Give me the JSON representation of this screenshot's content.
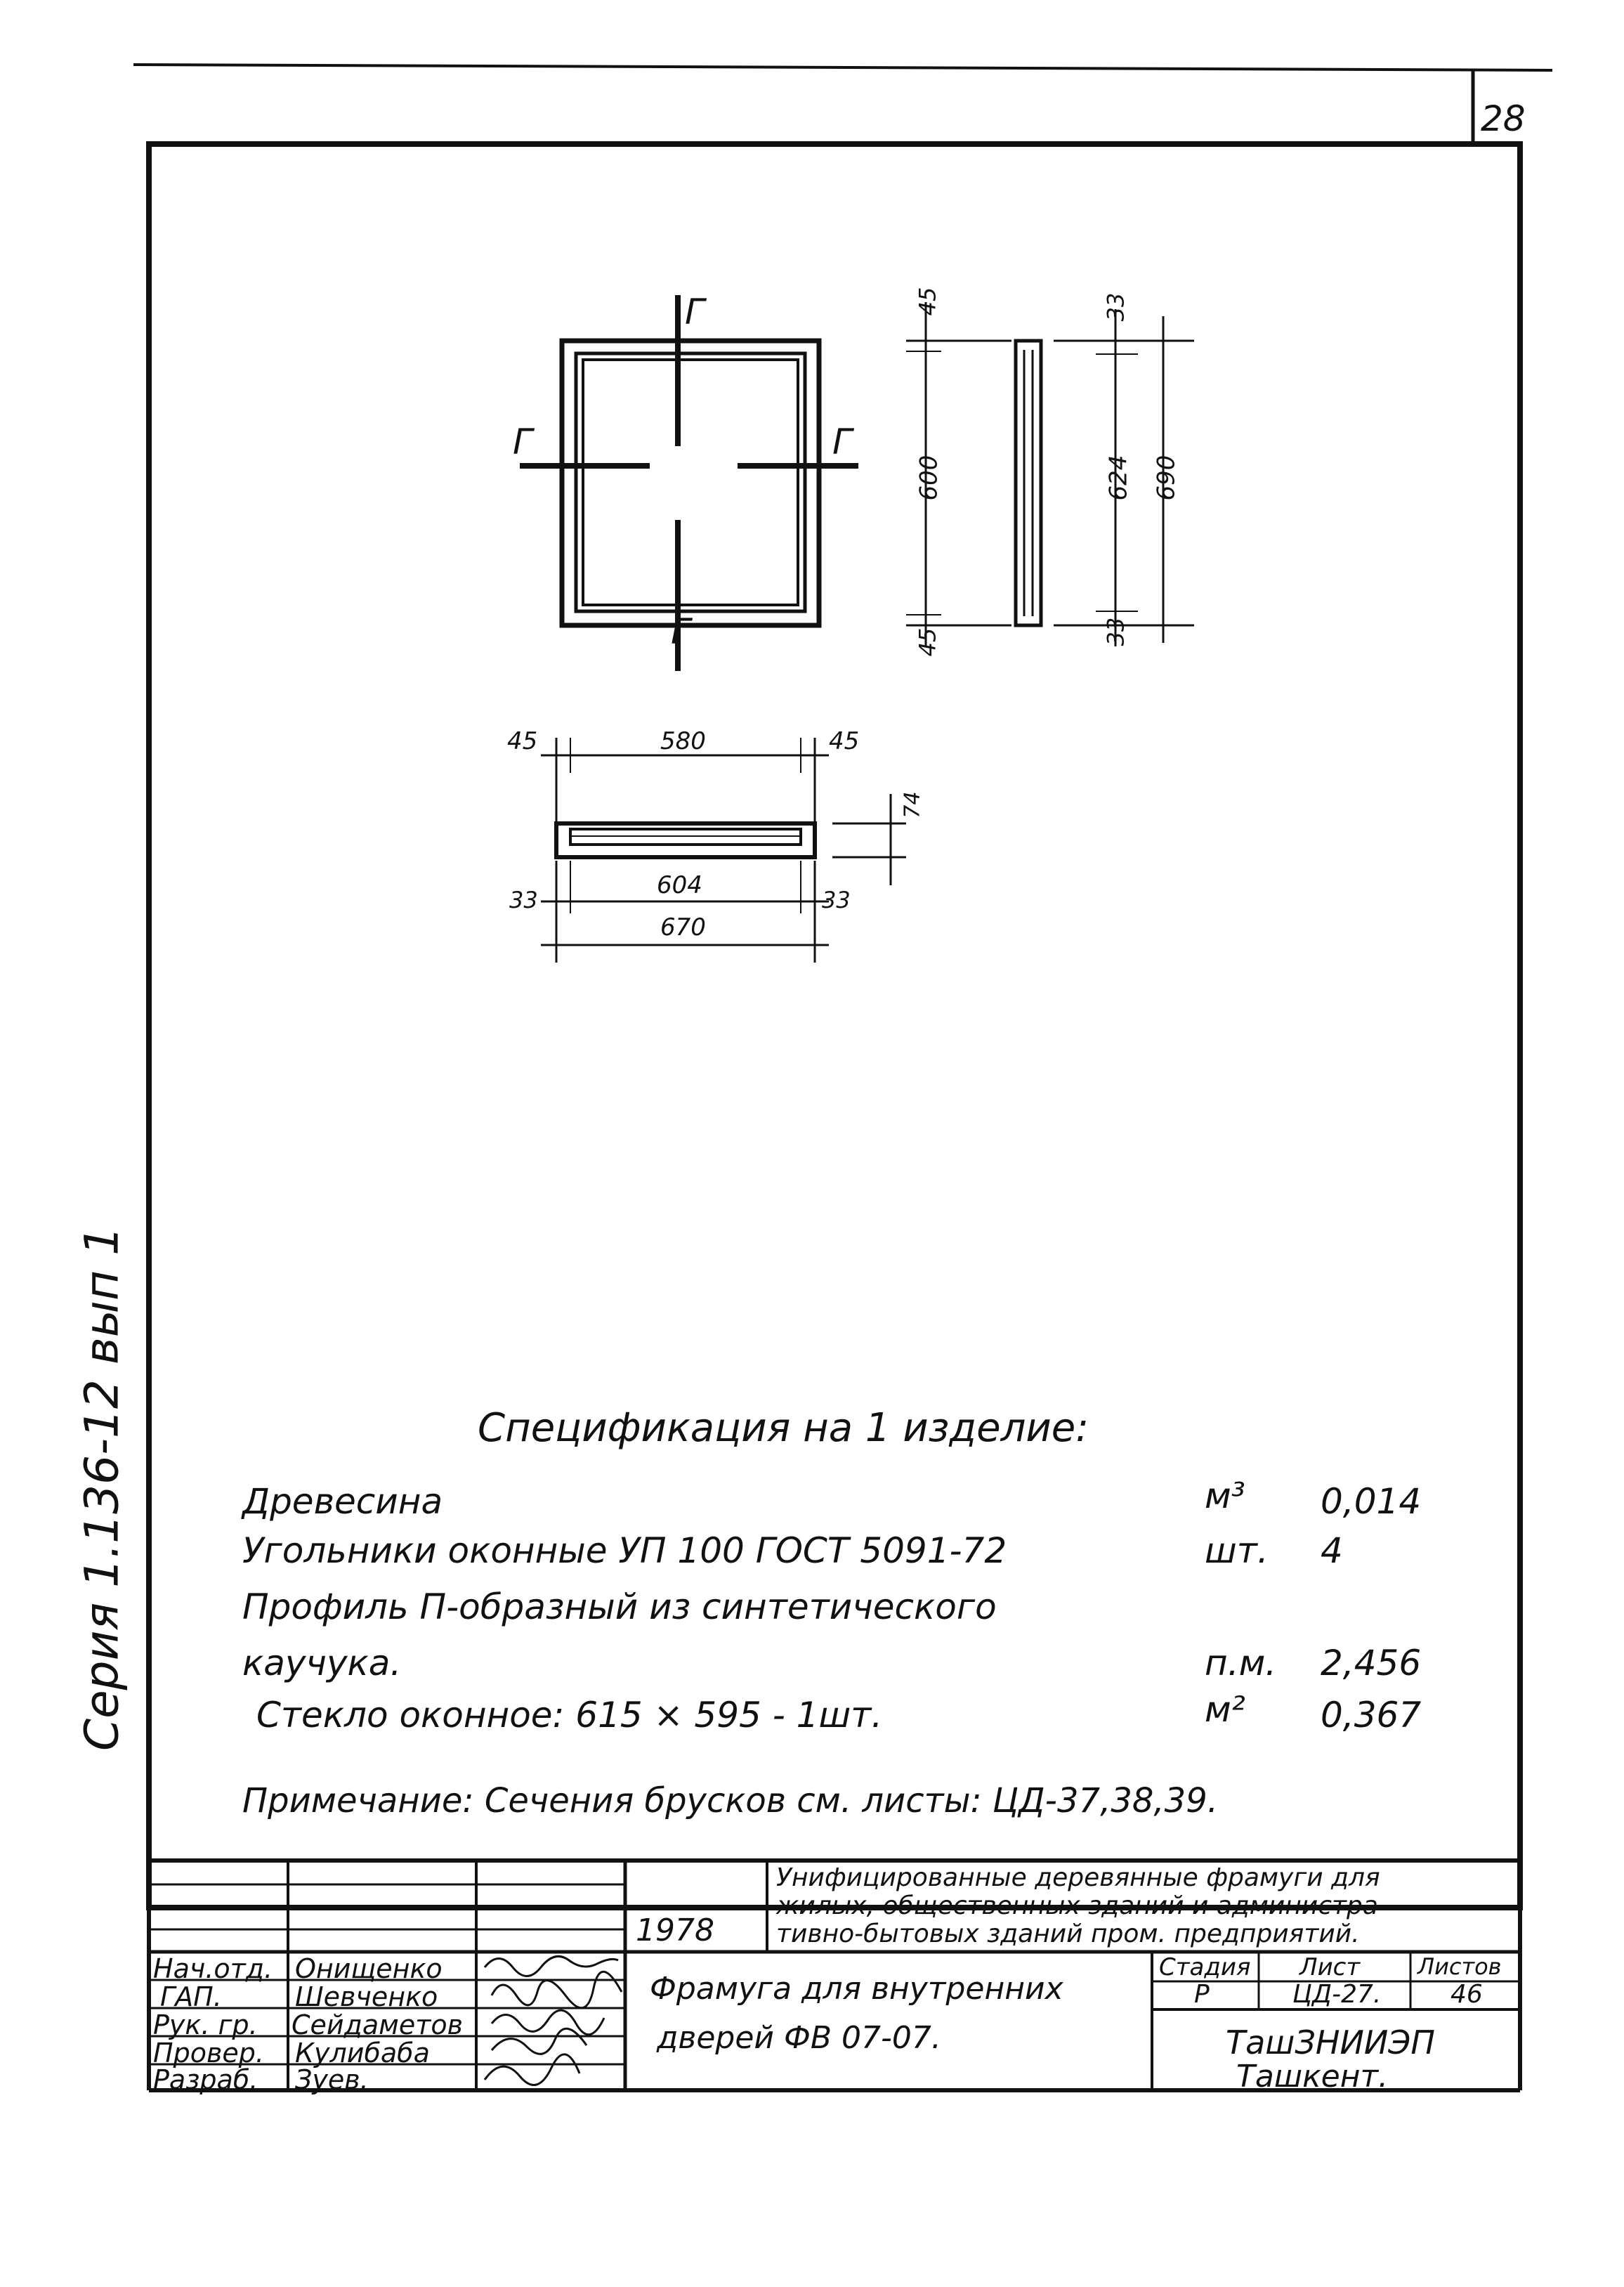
{
  "sheet": {
    "page_number": "28",
    "side_series": "Серия 1.136-12 вып 1"
  },
  "drawing": {
    "section_mark": "Г",
    "dims_side": [
      "45",
      "600",
      "45",
      "33",
      "624",
      "690",
      "33"
    ],
    "dims_bottom": [
      "45",
      "580",
      "45",
      "74",
      "33",
      "604",
      "33",
      "670"
    ]
  },
  "specification": {
    "title": "Спецификация на 1 изделие:",
    "rows": [
      {
        "name": "Древесина",
        "unit": "м³",
        "qty": "0,014"
      },
      {
        "name": "Угольники оконные УП 100  ГОСТ 5091-72",
        "unit": "шт.",
        "qty": "4"
      },
      {
        "name": "Профиль П-образный  из  синтетического",
        "unit": "",
        "qty": ""
      },
      {
        "name": "каучука.",
        "unit": "п.м.",
        "qty": "2,456"
      },
      {
        "name": "Стекло   оконное: 615 × 595  -  1шт.",
        "unit": "м²",
        "qty": "0,367"
      }
    ],
    "note": "Примечание: Сечения брусков см. листы: ЦД-37,38,39."
  },
  "title_block": {
    "year": "1978",
    "project_title": "Унифицированные деревянные фрамуги для жилых, общественных зданий и административно-бытовых зданий пром. предприятий.",
    "project_line1": "Унифицированные деревянные фрамуги для",
    "project_line2": "жилых, общественных зданий и администра-",
    "project_line3": "тивно-бытовых зданий пром. предприятий.",
    "roles": [
      {
        "role": "Нач.отд.",
        "name": "Онищенко"
      },
      {
        "role": "ГАП.",
        "name": "Шевченко"
      },
      {
        "role": "Рук. гр.",
        "name": "Сейдаметов"
      },
      {
        "role": "Провер.",
        "name": "Кулибаба"
      },
      {
        "role": "Разраб.",
        "name": "Зуев."
      }
    ],
    "sheet_name_line1": "Фрамуга для внутренних",
    "sheet_name_line2": "дверей ФВ 07-07.",
    "stage_label": "Стадия",
    "sheet_label": "Лист",
    "sheets_label": "Листов",
    "stage": "Р",
    "sheet": "ЦД-27.",
    "sheets": "46",
    "org_line1": "ТашЗНИИЭП",
    "org_line2": "Ташкент."
  }
}
